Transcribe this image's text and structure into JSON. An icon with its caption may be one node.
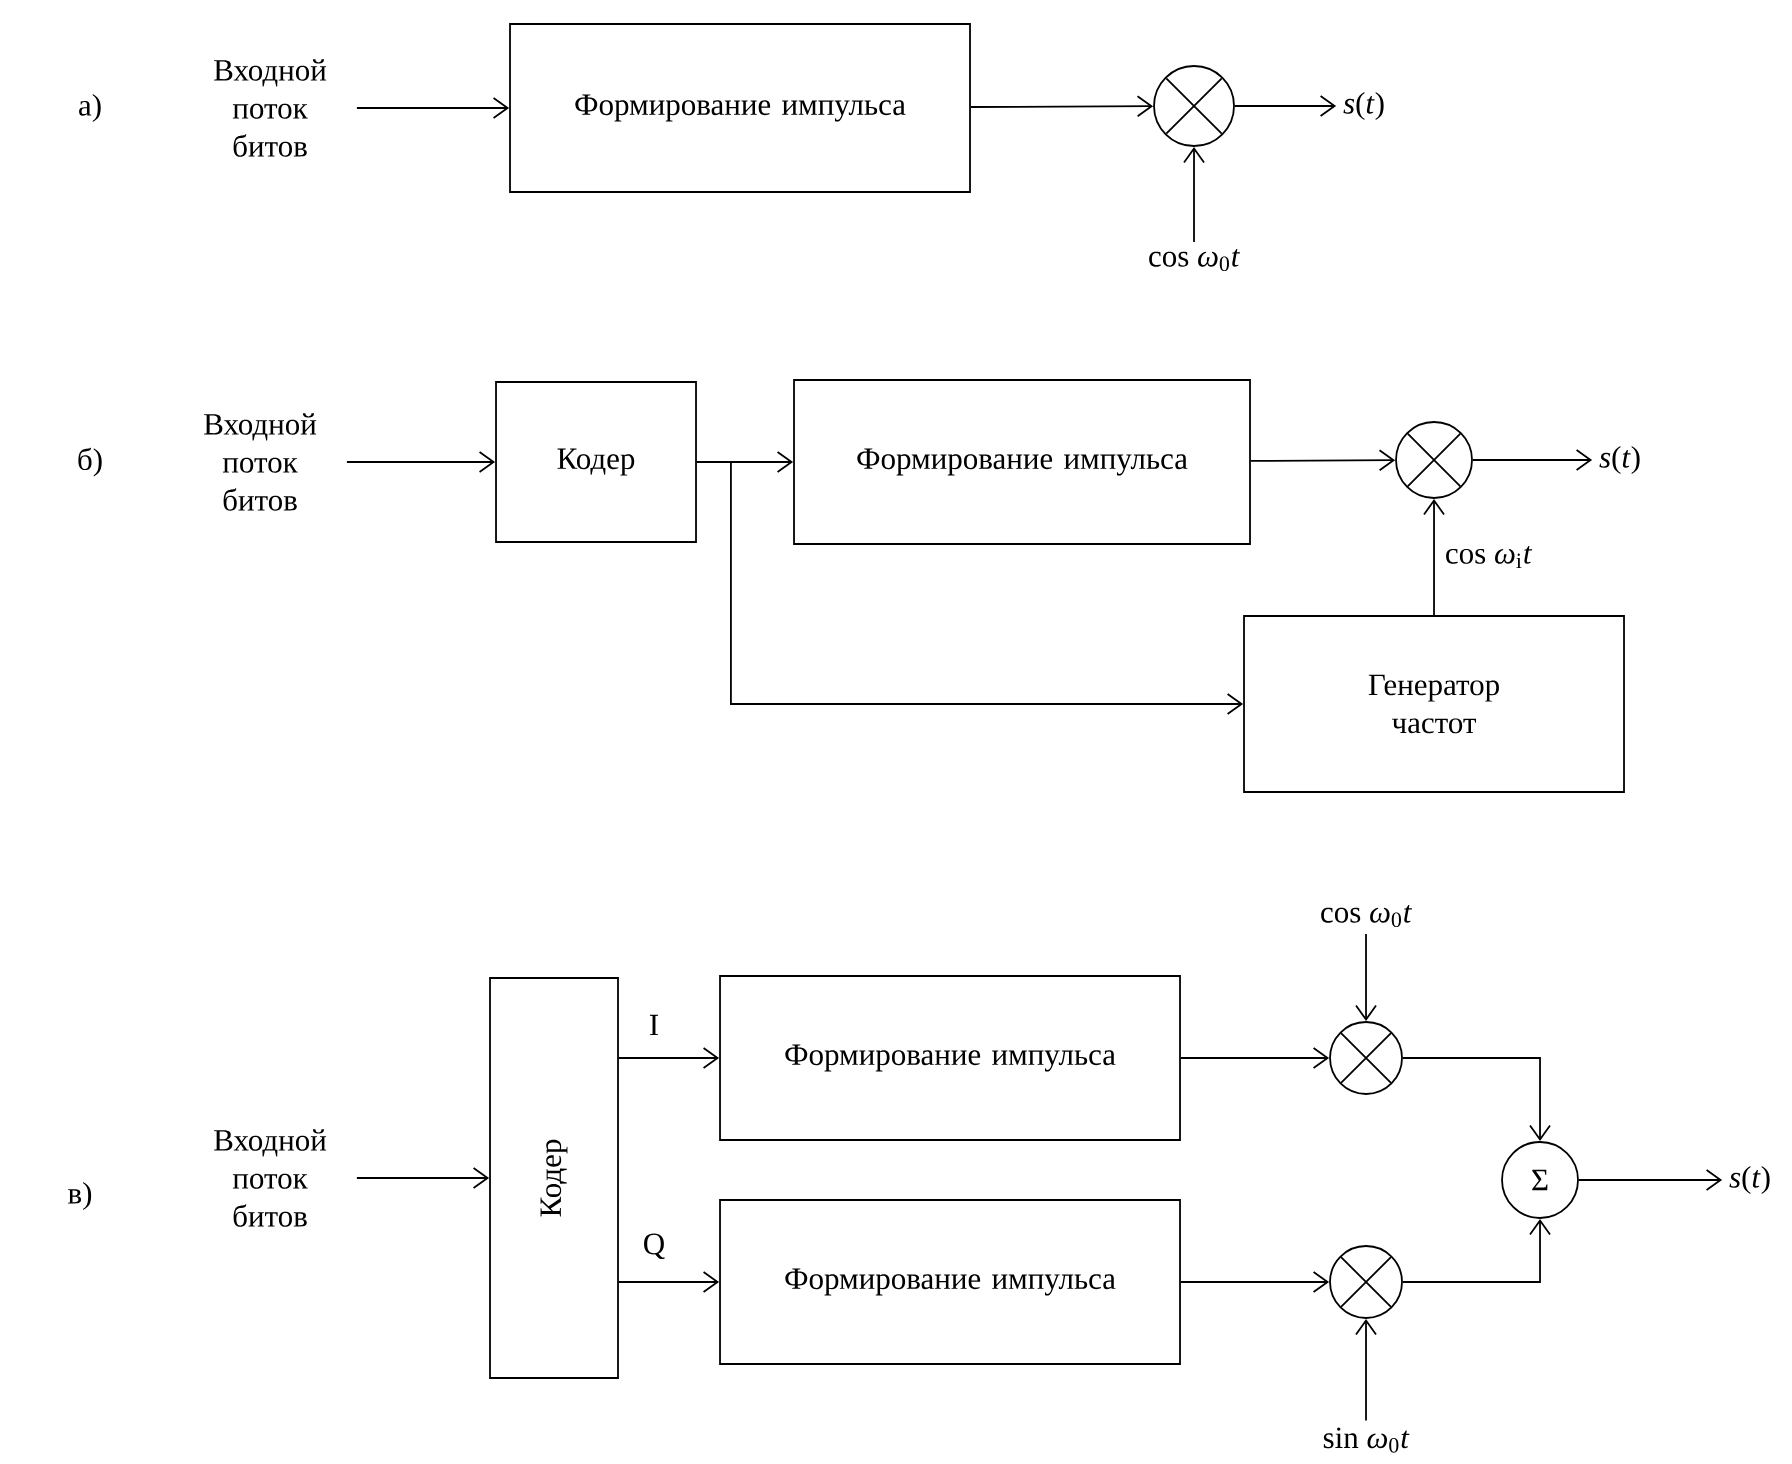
{
  "diagram": {
    "nodes": [
      {
        "text": [
          "Входной поток битов"
        ]
      },
      {
        "text": [
          "Формирование импульса"
        ]
      },
      {
        "text": [],
        "shape": "circle"
      },
      {
        "text": [
          "*s*(*t*)"
        ]
      },
      {
        "text": [
          "cos *ω*$_{0}$*t*"
        ]
      },
      {
        "text": [
          "Входной поток битов"
        ]
      },
      {
        "text": [
          "Кодер"
        ]
      },
      {
        "text": [
          "Формирование импульса"
        ]
      },
      {
        "text": [],
        "shape": "circle"
      },
      {
        "text": [
          "*s*(*t*)"
        ]
      },
      {
        "text": [
          "Генератор частот"
        ]
      },
      {
        "text": [
          "Входной поток битов"
        ]
      },
      {
        "text": [
          "Кодер"
        ]
      },
      {
        "text": [
          "Формирование импульса"
        ]
      },
      {
        "text": [
          "Формирование импульса"
        ]
      },
      {
        "text": [],
        "shape": "circle"
      },
      {
        "text": [],
        "shape": "circle"
      },
      {
        "text": [
          "Σ"
        ]
      },
      {
        "text": [
          "*s*(*t*)"
        ]
      },
      {
        "text": [
          "cos *ω*$_{0}$*t*"
        ]
      },
      {
        "text": [
          "sin *ω*$_{0}$*t*"
        ]
      }
    ],
    "edges": [
      {
        "from": 0,
        "to": 1,
        "arrow": "to"
      },
      {
        "from": 1,
        "to": 2,
        "arrow": "to"
      },
      {
        "from": 2,
        "to": 3,
        "arrow": "to"
      },
      {
        "from": 4,
        "to": 2,
        "arrow": "to"
      },
      {
        "from": 5,
        "to": 6,
        "arrow": "to"
      },
      {
        "from": 6,
        "to": 7,
        "arrow": "to"
      },
      {
        "from": 6,
        "to": 10,
        "arrow": "to"
      },
      {
        "from": 7,
        "to": 8,
        "arrow": "to"
      },
      {
        "from": 8,
        "to": 9,
        "arrow": "to"
      },
      {
        "from": 10,
        "to": 8,
        "arrow": "to",
        "label": "cos *ω*$_{i}$*t*"
      },
      {
        "from": 11,
        "to": 12,
        "arrow": "to"
      },
      {
        "from": 12,
        "to": 13,
        "arrow": "to",
        "label": "I"
      },
      {
        "from": 12,
        "to": 14,
        "arrow": "to",
        "label": "Q"
      },
      {
        "from": 13,
        "to": 15,
        "arrow": "to"
      },
      {
        "from": 14,
        "to": 16,
        "arrow": "to"
      },
      {
        "from": 15,
        "to": 17,
        "arrow": "to"
      },
      {
        "from": 16,
        "to": 17,
        "arrow": "to"
      },
      {
        "from": 17,
        "to": 18,
        "arrow": "to"
      },
      {
        "from": 19,
        "to": 15,
        "arrow": "to"
      },
      {
        "from": 20,
        "to": 16,
        "arrow": "to"
      }
    ],
    "labels": [
      "а)",
      "б)",
      "в)"
    ]
  }
}
